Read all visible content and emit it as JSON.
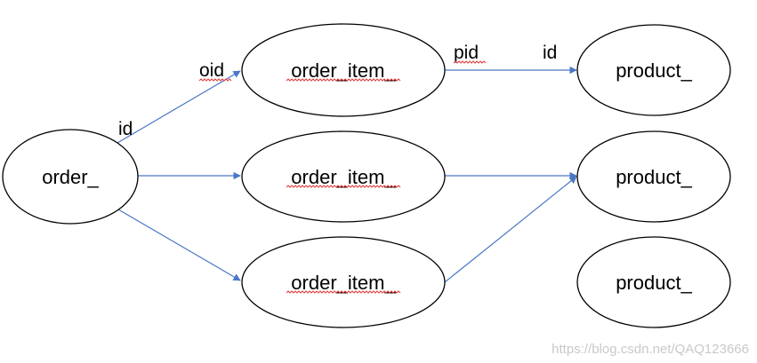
{
  "diagram": {
    "nodes": {
      "order": "order_",
      "order_item_1": "order_item_",
      "order_item_2": "order_item_",
      "order_item_3": "order_item_",
      "product_1": "product_",
      "product_2": "product_",
      "product_3": "product_"
    },
    "edge_labels": {
      "order_id": "id",
      "item_oid": "oid",
      "item_pid": "pid",
      "product_id": "id"
    },
    "colors": {
      "edge": "#4a78c4",
      "node_stroke": "#000000",
      "spellcheck_underline": "#e03b3b"
    }
  },
  "watermark": "https://blog.csdn.net/QAQ123666"
}
